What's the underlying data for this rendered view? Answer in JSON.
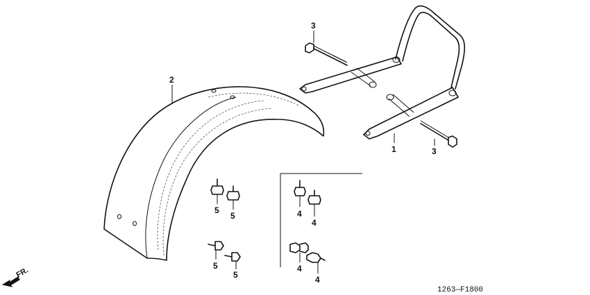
{
  "callouts": {
    "c1": "1",
    "c2": "2",
    "c3a": "3",
    "c3b": "3",
    "c4a": "4",
    "c4b": "4",
    "c4c": "4",
    "c4d": "4",
    "c5a": "5",
    "c5b": "5",
    "c5c": "5",
    "c5d": "5"
  },
  "direction_label": "FR.",
  "diagram_code": "1263—F1800"
}
